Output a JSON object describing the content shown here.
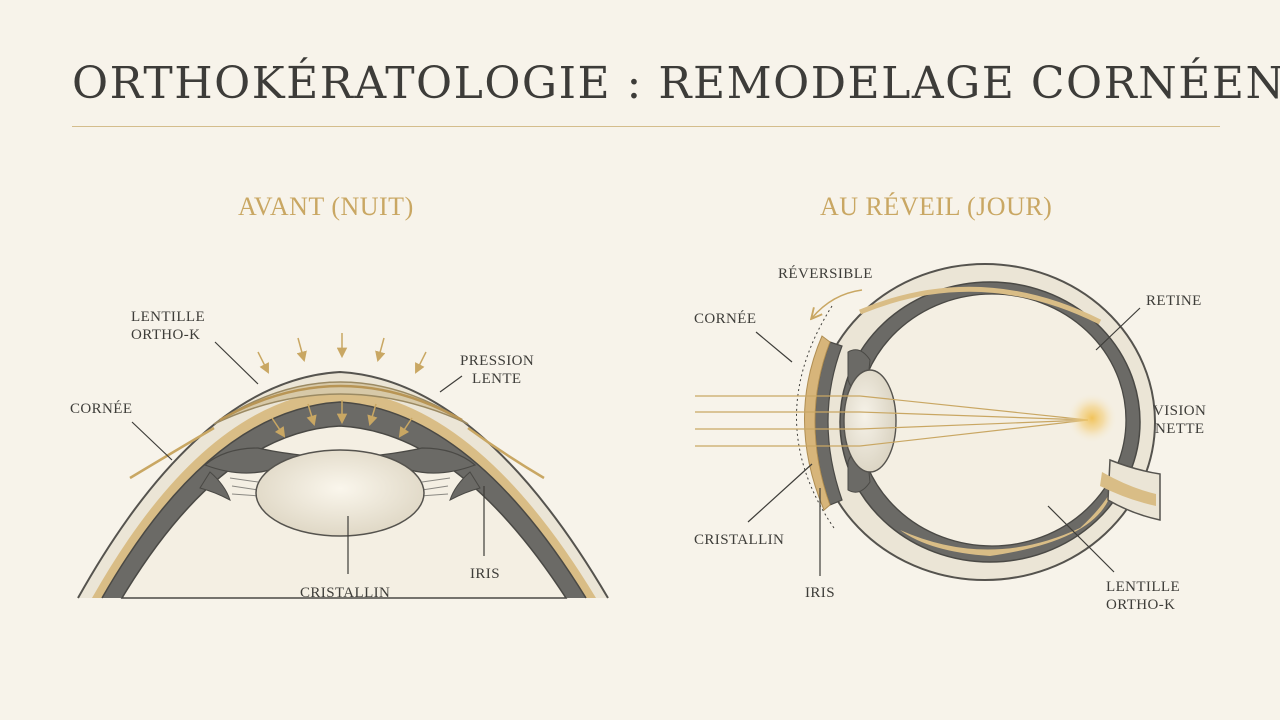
{
  "title": "ORTHOKÉRATOLOGIE : REMODELAGE CORNÉEN",
  "left_panel": {
    "heading": "AVANT (NUIT)",
    "labels": {
      "lens_line1": "LENTILLE",
      "lens_line2": "ORTHO-K",
      "pressure_line1": "PRESSION",
      "pressure_line2": "LENTE",
      "cornea": "CORNÉE",
      "crystalline": "CRISTALLIN",
      "iris": "IRIS"
    }
  },
  "right_panel": {
    "heading": "AU RÉVEIL (JOUR)",
    "labels": {
      "reversible": "RÉVERSIBLE",
      "cornea": "CORNÉE",
      "retina": "RETINE",
      "vision_line1": "VISION",
      "vision_line2": "NETTE",
      "crystalline": "CRISTALLIN",
      "iris": "IRIS",
      "lens_line1": "LENTILLE",
      "lens_line2": "ORTHO-K"
    }
  },
  "colors": {
    "background": "#f7f3ea",
    "gold": "#c9a763",
    "tissue_gray": "#6b6a66",
    "outline": "#4a4945"
  }
}
